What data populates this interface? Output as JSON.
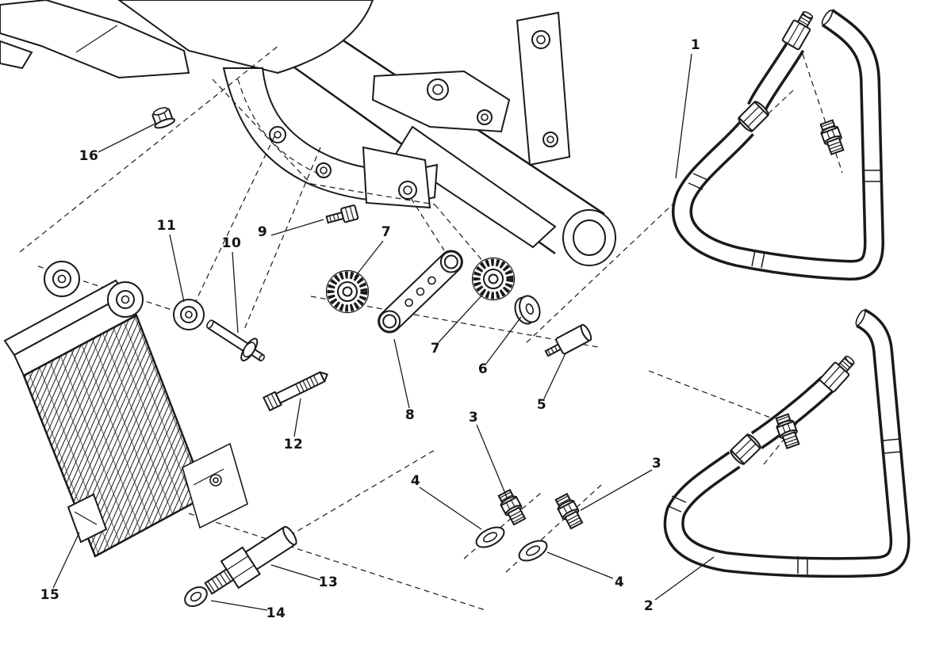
{
  "diagram": {
    "background_color": "#ffffff",
    "line_color": "#1a1a1a"
  },
  "callouts": {
    "c1": {
      "label": "1"
    },
    "c2": {
      "label": "2"
    },
    "c3a": {
      "label": "3"
    },
    "c3b": {
      "label": "3"
    },
    "c4a": {
      "label": "4"
    },
    "c4b": {
      "label": "4"
    },
    "c5": {
      "label": "5"
    },
    "c6": {
      "label": "6"
    },
    "c7a": {
      "label": "7"
    },
    "c7b": {
      "label": "7"
    },
    "c8": {
      "label": "8"
    },
    "c9": {
      "label": "9"
    },
    "c10": {
      "label": "10"
    },
    "c11": {
      "label": "11"
    },
    "c12": {
      "label": "12"
    },
    "c13": {
      "label": "13"
    },
    "c14": {
      "label": "14"
    },
    "c15": {
      "label": "15"
    },
    "c16": {
      "label": "16"
    }
  }
}
